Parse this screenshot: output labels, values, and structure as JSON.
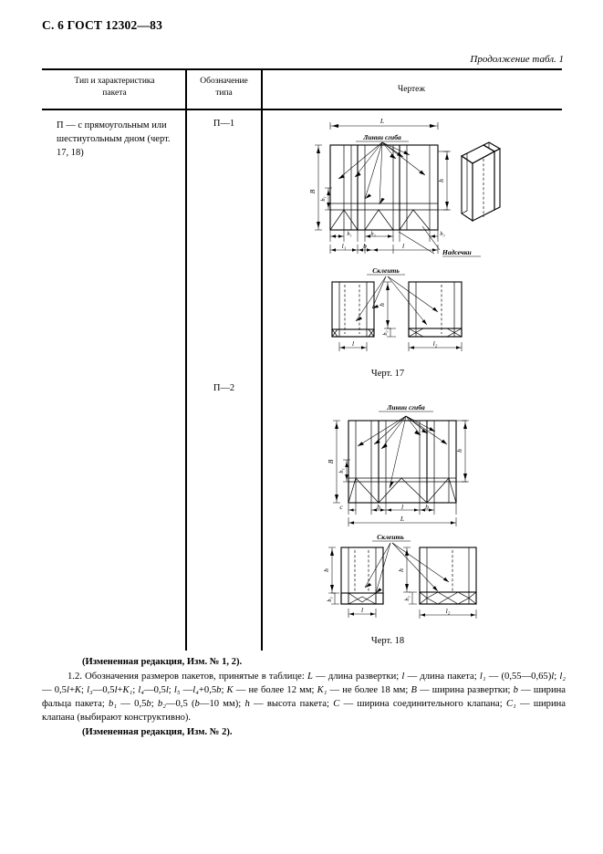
{
  "header": {
    "running_head": "С. 6 ГОСТ 12302—83"
  },
  "table_caption": "Продолжение табл. 1",
  "table": {
    "columns": [
      {
        "label": "Тип и характеристика\nпакета"
      },
      {
        "label": "Обозначение\nтипа"
      },
      {
        "label": "Чертеж"
      }
    ],
    "rows": [
      {
        "type_description": "П — с прямоугольным или шестиугольным дном (черт. 17, 18)",
        "type_codes": [
          "П—1",
          "П—2"
        ]
      }
    ]
  },
  "figures": [
    {
      "id": "fig-17",
      "caption": "Черт. 17",
      "labels": {
        "fold_lines": "Линии сгиба",
        "notches": "Надсечки",
        "glue": "Склеить",
        "L": "L",
        "B": "B",
        "h": "h",
        "b": "b",
        "b1": "b₁",
        "b2": "b₂",
        "b3": "b₃",
        "l": "l",
        "l1": "l₁",
        "l2": "l₂"
      }
    },
    {
      "id": "fig-18",
      "caption": "Черт. 18",
      "labels": {
        "fold_lines": "Линии сгиба",
        "glue": "Склеить",
        "L": "L",
        "B": "B",
        "h": "h",
        "b": "b",
        "b1": "b₁",
        "b3": "b₃",
        "c": "c",
        "l": "l",
        "l2": "l₂"
      }
    }
  ],
  "footnotes": {
    "revision_1": "(Измененная редакция, Изм. № 1, 2).",
    "clause_number": "1.2.",
    "clause_text_1": "Обозначения размеров пакетов, принятые в таблице: ",
    "definitions_line1": "L — длина развертки; l — длина пакета;",
    "definitions_line2": "l₁ — (0,55—0,65)l; l₂ — 0,5l+K; l₃—0,5l+K₁; l₄—0,5l; l₅ —l₄+0,5b; K — не более 12 мм; K₁ — не более 18 мм;",
    "definitions_line3": "B — ширина развертки; b — ширина фальца пакета; b₁ — 0,5b; b₂—0,5 (b—10 мм); h — высота пакета; C — ширина соединительного клапана; C₁ — ширина клапана (выбирают конструктивно).",
    "revision_2": "(Измененная редакция, Изм. № 2)."
  }
}
